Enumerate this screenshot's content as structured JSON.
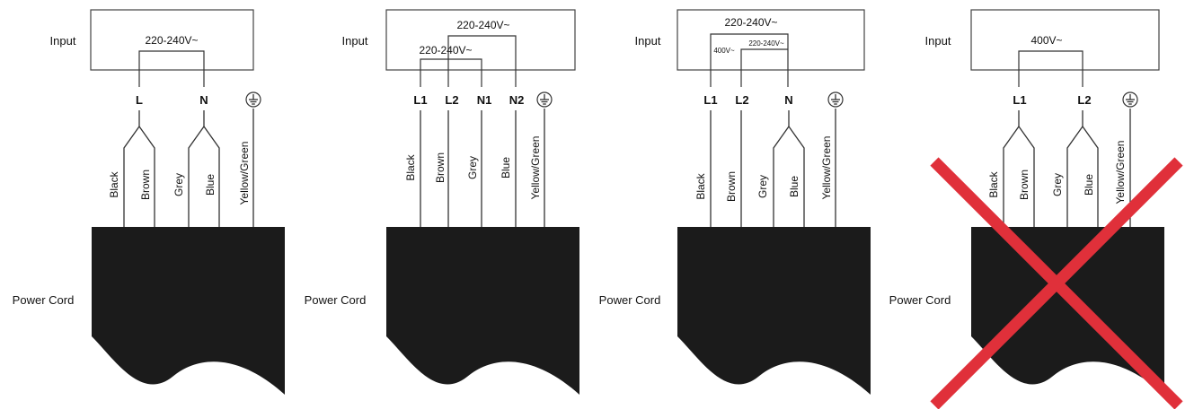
{
  "colors": {
    "cross": "#e0303a",
    "cord": "#1b1b1b"
  },
  "panels": [
    {
      "input_label": "Input",
      "voltages": [
        "220-240V~"
      ],
      "terminals": [
        "L",
        "N"
      ],
      "ground_icon": "ground-icon",
      "wires": [
        "Black",
        "Brown",
        "Grey",
        "Blue",
        "Yellow/Green"
      ],
      "cord_label": "Power Cord",
      "crossed": false
    },
    {
      "input_label": "Input",
      "voltages": [
        "220-240V~",
        "220-240V~"
      ],
      "terminals": [
        "L1",
        "L2",
        "N1",
        "N2"
      ],
      "ground_icon": "ground-icon",
      "wires": [
        "Black",
        "Brown",
        "Grey",
        "Blue",
        "Yellow/Green"
      ],
      "cord_label": "Power Cord",
      "crossed": false
    },
    {
      "input_label": "Input",
      "voltages": [
        "220-240V~",
        "400V~",
        "220-240V~"
      ],
      "terminals": [
        "L1",
        "L2",
        "N"
      ],
      "ground_icon": "ground-icon",
      "wires": [
        "Black",
        "Brown",
        "Grey",
        "Blue",
        "Yellow/Green"
      ],
      "cord_label": "Power Cord",
      "crossed": false
    },
    {
      "input_label": "Input",
      "voltages": [
        "400V~"
      ],
      "terminals": [
        "L1",
        "L2"
      ],
      "ground_icon": "ground-icon",
      "wires": [
        "Black",
        "Brown",
        "Grey",
        "Blue",
        "Yellow/Green"
      ],
      "cord_label": "Power Cord",
      "crossed": true
    }
  ]
}
